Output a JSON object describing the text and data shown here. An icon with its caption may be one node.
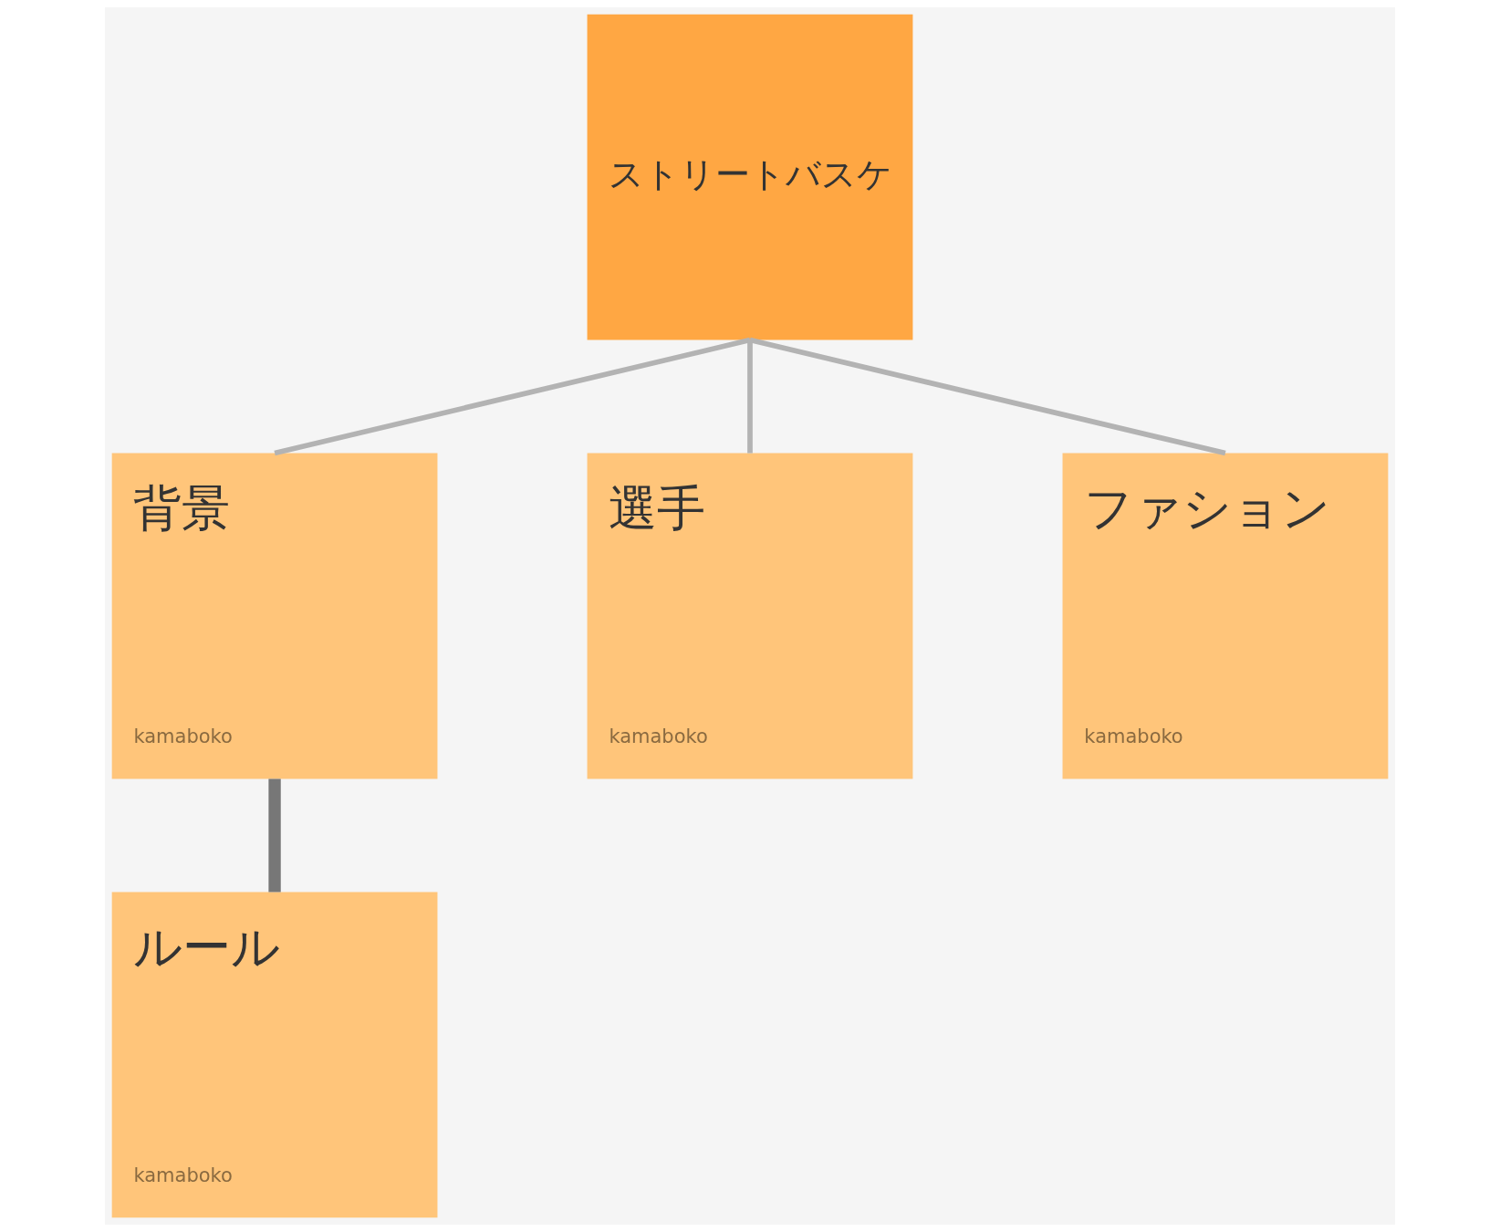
{
  "diagram": {
    "nodes": [
      {
        "text": [
          "ストリートバスケ"
        ]
      },
      {
        "text": [
          "背景",
          "kamaboko"
        ]
      },
      {
        "text": [
          "選手",
          "kamaboko"
        ]
      },
      {
        "text": [
          "ファション",
          "kamaboko"
        ]
      },
      {
        "text": [
          "ルール",
          "kamaboko"
        ]
      }
    ],
    "edges": [
      {
        "from": 0,
        "to": 1,
        "arrow": "none"
      },
      {
        "from": 0,
        "to": 2,
        "arrow": "none"
      },
      {
        "from": 0,
        "to": 3,
        "arrow": "none"
      },
      {
        "from": 1,
        "to": 4,
        "arrow": "none",
        "style": "thick",
        "color": "#777777"
      }
    ]
  }
}
